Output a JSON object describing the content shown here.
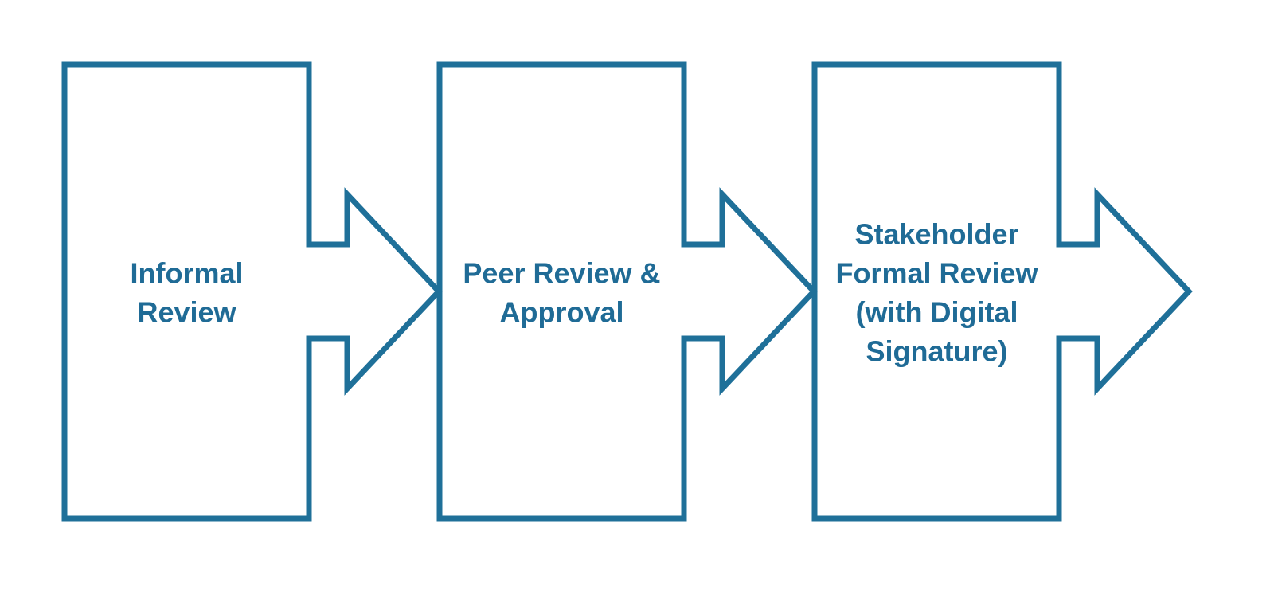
{
  "diagram": {
    "type": "process-flow",
    "stroke_color": "#1f7099",
    "text_color": "#1f6b96",
    "background_color": "#ffffff",
    "steps": [
      {
        "lines": [
          "Informal",
          "Review"
        ]
      },
      {
        "lines": [
          "Peer Review &",
          "Approval"
        ]
      },
      {
        "lines": [
          "Stakeholder",
          "Formal Review",
          "(with Digital",
          "Signature)"
        ]
      }
    ]
  }
}
